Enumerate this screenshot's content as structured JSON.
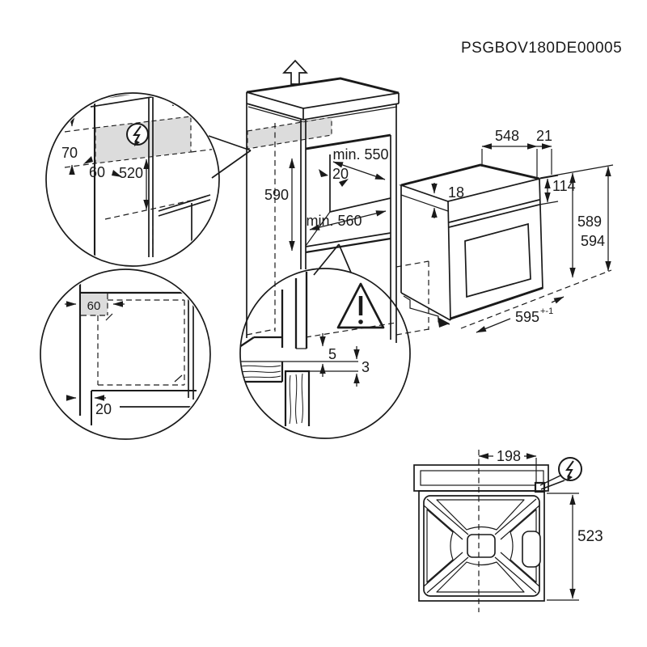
{
  "part_number": "PSGBOV180DE00005",
  "colors": {
    "line": "#1a1a1a",
    "highlight_zone": "#dcdcdc",
    "background": "#ffffff"
  },
  "cabinet_front_view": {
    "description": "tall cabinet niche with removal arrow",
    "labels": {
      "niche_depth": "min. 550",
      "rear_clearance": "20",
      "niche_height": "590",
      "niche_width": "min. 560"
    },
    "icons": [
      "up-arrow-icon"
    ]
  },
  "detail_circle_top": {
    "description": "electrical connection zone at cabinet rear",
    "labels": {
      "zone_height": "70",
      "zone_depth": "60",
      "height_above_shelf": "520"
    },
    "icons": [
      "power-supply-icon"
    ]
  },
  "detail_circle_left": {
    "description": "plan view of connection zone",
    "labels": {
      "zone_width": "60",
      "wall_gap": "20"
    }
  },
  "detail_circle_gap": {
    "description": "panel gap cross-section",
    "labels": {
      "gap_upper": "5",
      "gap_lower": "3"
    },
    "icons": [
      "warning-triangle-icon"
    ]
  },
  "oven_isometric": {
    "labels": {
      "top_depth": "548",
      "top_rear_offset": "21",
      "top_trim_thickness": "18",
      "control_panel_height": "114",
      "body_height": "589",
      "front_height": "594",
      "front_width": "595",
      "front_width_tolerance": "+-1"
    }
  },
  "oven_top_view": {
    "labels": {
      "connector_offset_from_center": "198",
      "casing_depth": "523"
    },
    "icons": [
      "power-supply-icon"
    ]
  }
}
